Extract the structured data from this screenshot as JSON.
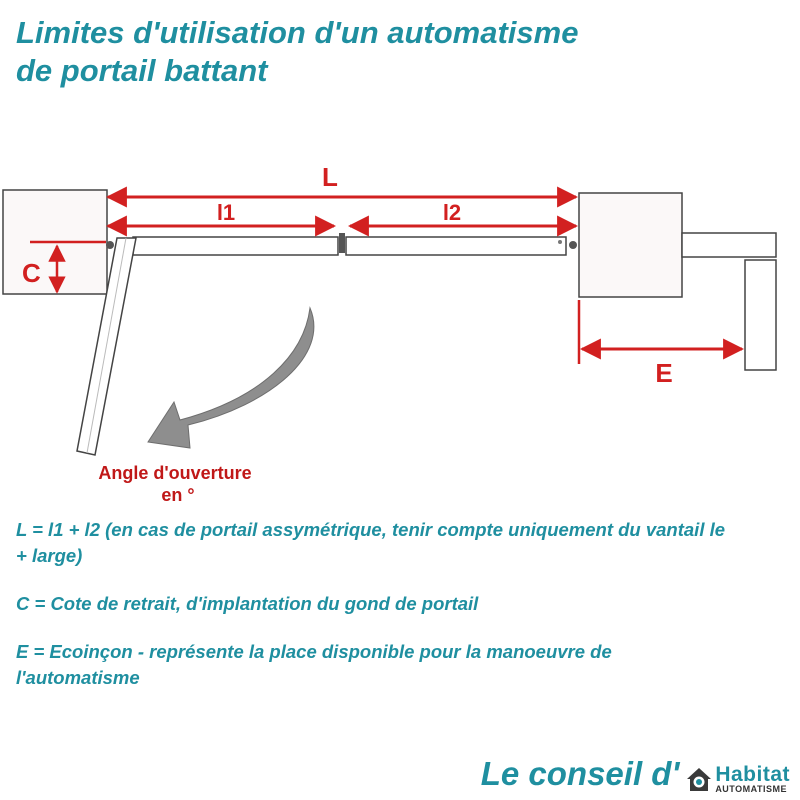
{
  "title": {
    "line1": "Limites d'utilisation d'un automatisme",
    "line2": "de portail battant"
  },
  "diagram": {
    "labels": {
      "L": "L",
      "l1": "l1",
      "l2": "l2",
      "C": "C",
      "E": "E",
      "angle_line1": "Angle d'ouverture",
      "angle_line2": "en °"
    },
    "colors": {
      "dimension": "#d22020",
      "text": "#1f8fa0",
      "arrow": "#8a8a8a",
      "structure": "#444444"
    }
  },
  "notes": [
    "L = l1 + l2 (en cas de portail assymétrique, tenir compte uniquement du vantail le + large)",
    "C = Cote de retrait, d'implantation du gond de portail",
    "E = Ecoinçon - représente la place disponible pour la manoeuvre de l'automatisme"
  ],
  "footer": {
    "text": "Le conseil d'",
    "logo_main": "Habitat",
    "logo_sub": "AUTOMATISME"
  }
}
